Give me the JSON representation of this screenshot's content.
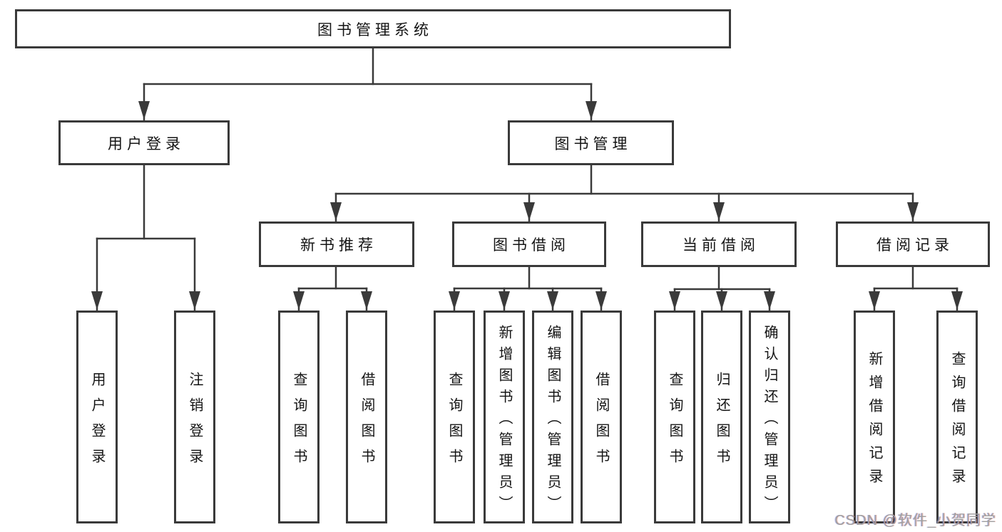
{
  "diagram": {
    "title": "图书管理系统",
    "root": {
      "label": "图书管理系统"
    },
    "level2": [
      {
        "label": "用户登录"
      },
      {
        "label": "图书管理"
      }
    ],
    "level3": [
      {
        "label": "新书推荐",
        "parent": "图书管理"
      },
      {
        "label": "图书借阅",
        "parent": "图书管理"
      },
      {
        "label": "当前借阅",
        "parent": "图书管理"
      },
      {
        "label": "借阅记录",
        "parent": "图书管理"
      }
    ],
    "leaves": [
      {
        "label": "用户登录",
        "parent": "用户登录"
      },
      {
        "label": "注销登录",
        "parent": "用户登录"
      },
      {
        "label": "查询图书",
        "parent": "新书推荐"
      },
      {
        "label": "借阅图书",
        "parent": "新书推荐"
      },
      {
        "label": "查询图书",
        "parent": "图书借阅"
      },
      {
        "label": "新增图书（管理员）",
        "parent": "图书借阅"
      },
      {
        "label": "编辑图书（管理员）",
        "parent": "图书借阅"
      },
      {
        "label": "借阅图书",
        "parent": "图书借阅"
      },
      {
        "label": "查询图书",
        "parent": "当前借阅"
      },
      {
        "label": "归还图书",
        "parent": "当前借阅"
      },
      {
        "label": "确认归还（管理员）",
        "parent": "当前借阅"
      },
      {
        "label": "新增借阅记录",
        "parent": "借阅记录"
      },
      {
        "label": "查询借阅记录",
        "parent": "借阅记录"
      }
    ]
  },
  "watermark": {
    "text": "CSDN @软件_小贺同学"
  },
  "colors": {
    "line": "#3a3a3a",
    "box_border": "#3a3a3a",
    "text": "#141414",
    "background": "#ffffff",
    "watermark": "#a0a0a0"
  }
}
